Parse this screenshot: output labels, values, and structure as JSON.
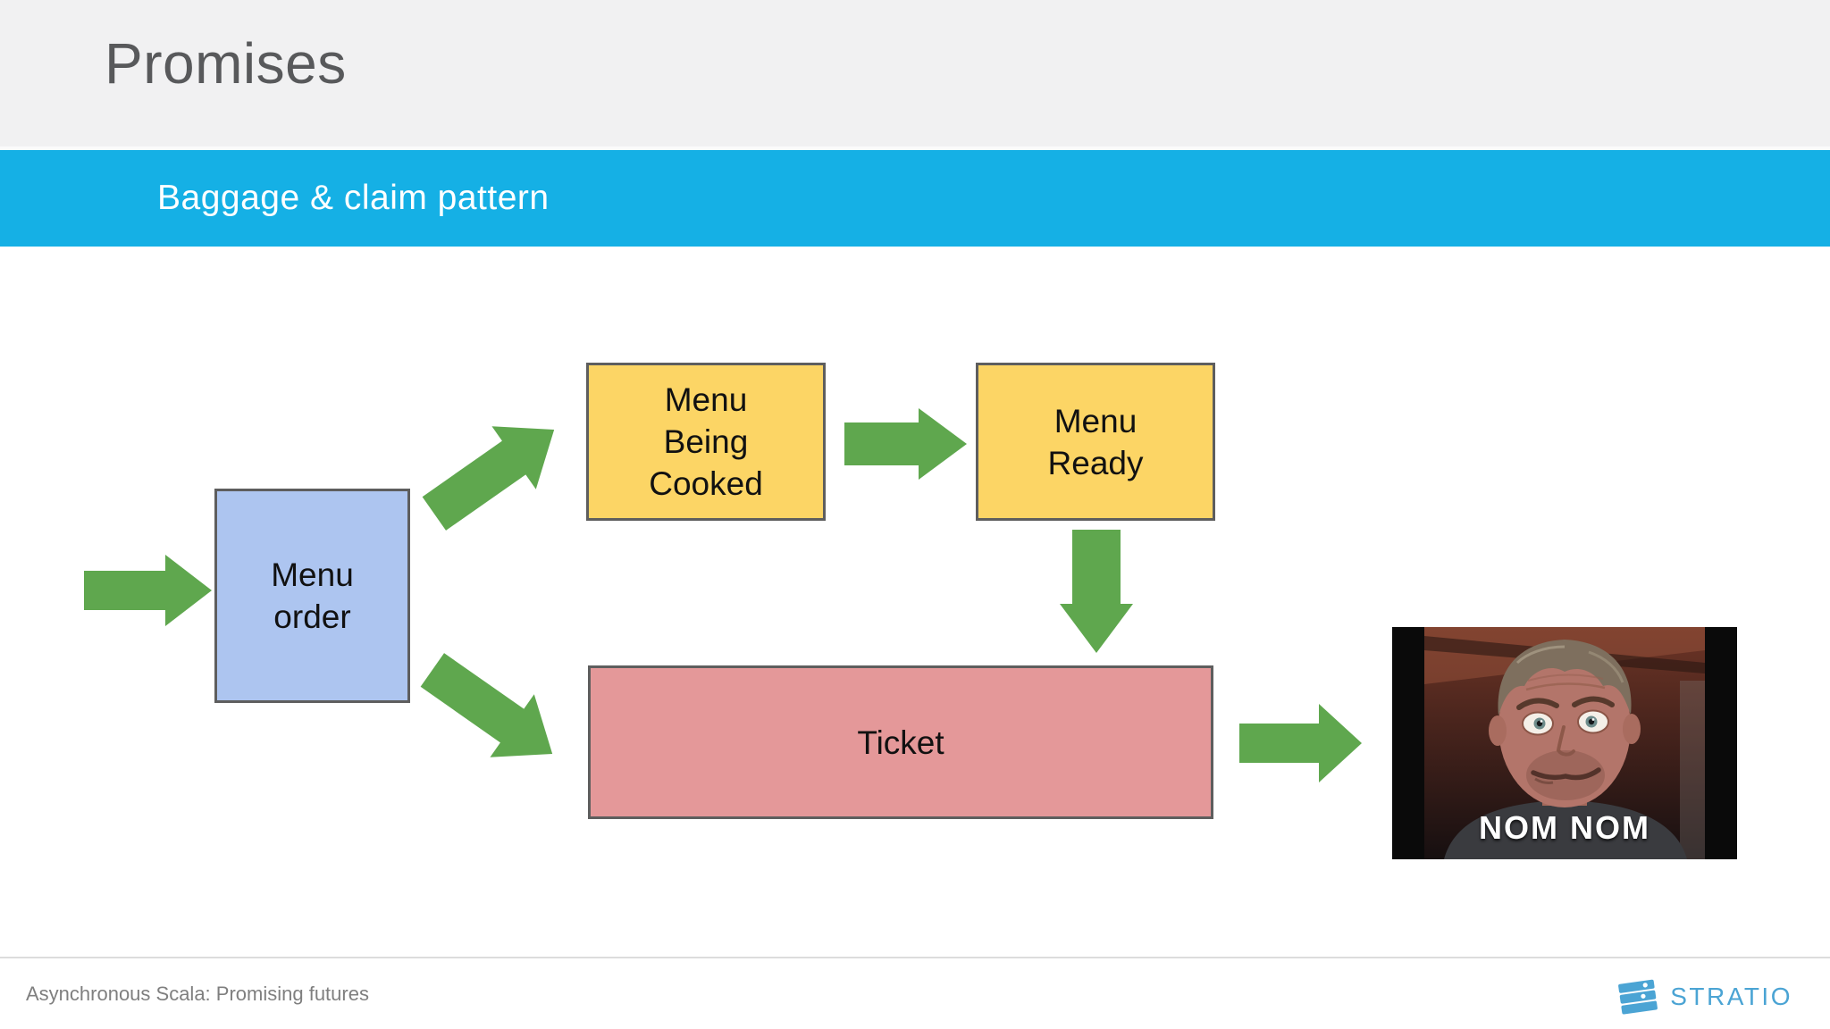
{
  "slide": {
    "title": "Promises",
    "subtitle": "Baggage & claim pattern",
    "footer_text": "Asynchronous Scala: Promising futures",
    "brand": "STRATIO"
  },
  "diagram": {
    "nodes": [
      {
        "id": "menu-order",
        "label": "Menu order",
        "lines": [
          "Menu",
          "order"
        ],
        "color": "#adc5f0"
      },
      {
        "id": "menu-being-cooked",
        "label": "Menu Being Cooked",
        "lines": [
          "Menu",
          "Being",
          "Cooked"
        ],
        "color": "#fcd565"
      },
      {
        "id": "menu-ready",
        "label": "Menu Ready",
        "lines": [
          "Menu",
          "Ready"
        ],
        "color": "#fcd565"
      },
      {
        "id": "ticket",
        "label": "Ticket",
        "lines": [
          "Ticket"
        ],
        "color": "#e49899"
      }
    ],
    "arrows": [
      {
        "name": "arrow-into-menu-order",
        "from": "start",
        "to": "menu-order",
        "direction": "right"
      },
      {
        "name": "arrow-menu-order-to-menu-being-cooked",
        "from": "menu-order",
        "to": "menu-being-cooked",
        "direction": "up-right"
      },
      {
        "name": "arrow-menu-being-cooked-to-menu-ready",
        "from": "menu-being-cooked",
        "to": "menu-ready",
        "direction": "right"
      },
      {
        "name": "arrow-menu-ready-to-ticket",
        "from": "menu-ready",
        "to": "ticket",
        "direction": "down"
      },
      {
        "name": "arrow-menu-order-to-ticket",
        "from": "menu-order",
        "to": "ticket",
        "direction": "down-right"
      },
      {
        "name": "arrow-ticket-to-meme",
        "from": "ticket",
        "to": "nom-nom-meme",
        "direction": "right"
      }
    ],
    "meme_caption": "NOM NOM"
  },
  "colors": {
    "banner_blue": "#15b0e5",
    "header_gray": "#f1f1f2",
    "title_gray": "#58595b",
    "arrow_green": "#5fa74e",
    "node_border": "#5e5e5e",
    "node_blue": "#adc5f0",
    "node_yellow": "#fcd565",
    "node_pink": "#e49899",
    "footer_gray": "#7f7f7f",
    "brand_blue": "#4ba4d4"
  }
}
